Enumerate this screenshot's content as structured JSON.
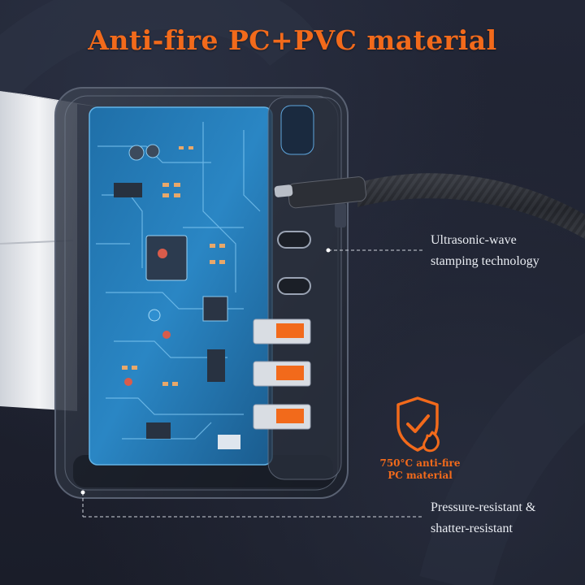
{
  "title": "Anti-fire PC+PVC material",
  "callouts": {
    "ultrasonic": [
      "Ultrasonic-wave",
      "stamping technology"
    ],
    "fire_badge": [
      "750°C anti-fire",
      "PC material"
    ],
    "pressure": [
      "Pressure-resistant &",
      "shatter-resistant"
    ]
  },
  "icons": {
    "fire_shield": "shield-check-flame-icon"
  },
  "colors": {
    "accent": "#f26a1b",
    "background": "#1d2130",
    "text": "#e9ecf2"
  }
}
